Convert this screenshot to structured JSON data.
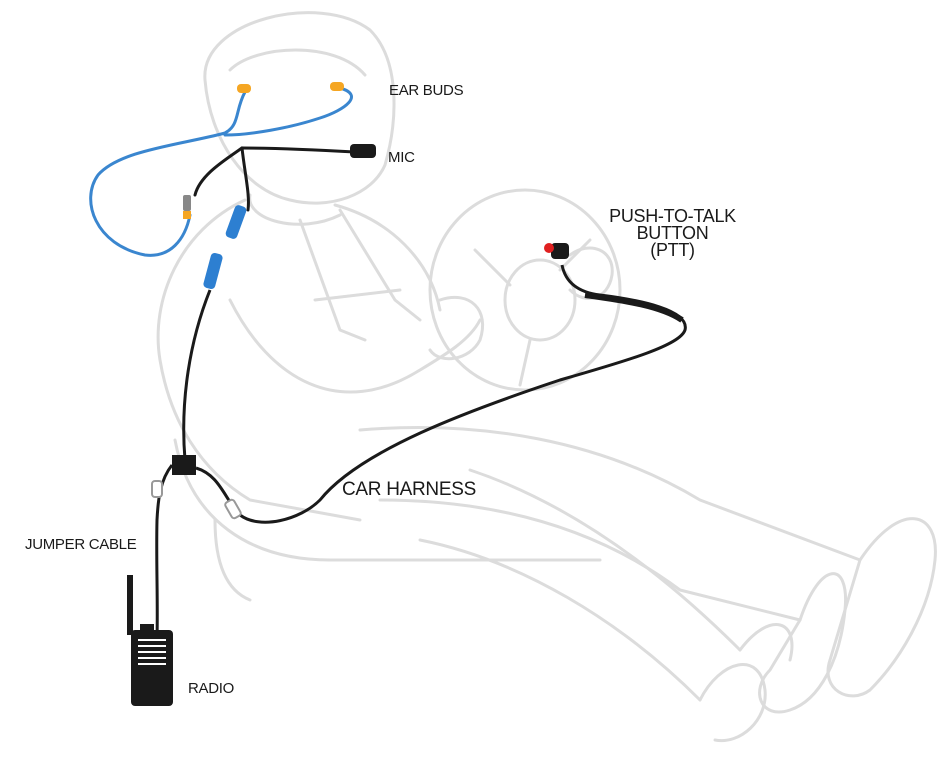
{
  "labels": {
    "ear_buds": "EAR BUDS",
    "mic": "MIC",
    "ptt_line1": "PUSH-TO-TALK",
    "ptt_line2": "BUTTON",
    "ptt_line3": "(PTT)",
    "car_harness": "CAR HARNESS",
    "jumper_cable": "JUMPER CABLE",
    "radio": "RADIO"
  },
  "colors": {
    "outline": "#dcdcdc",
    "cable": "#1a1a1a",
    "earbud_wire": "#3a86cf",
    "earbud": "#f5a623",
    "connector_blue": "#2d7fd1",
    "ptt_button": "#e02020"
  }
}
